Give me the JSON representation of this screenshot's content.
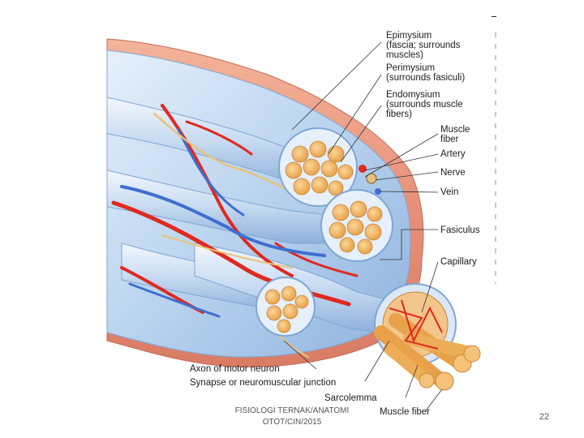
{
  "labels": {
    "epimysium": "Epimysium",
    "epimysium_note_1": "(fascia; surrounds",
    "epimysium_note_2": "muscles)",
    "perimysium": "Perimysium",
    "perimysium_note": "(surrounds fasiculi)",
    "endomysium": "Endomysium",
    "endomysium_note_1": "(surrounds muscle",
    "endomysium_note_2": "fibers)",
    "muscle_fiber_1": "Muscle",
    "muscle_fiber_2": "fiber",
    "artery": "Artery",
    "nerve": "Nerve",
    "vein": "Vein",
    "fasiculus": "Fasiculus",
    "capillary": "Capillary",
    "axon": "Axon of motor neuron",
    "synapse": "Synapse or neuromuscular junction",
    "sarcolemma": "Sarcolemma",
    "muscle_fiber_bottom": "Muscle fiber"
  },
  "footer": {
    "line1": "FISIOLOGI TERNAK/ANATOMI",
    "line2": "OTOT/CIN/2015",
    "page_number": "22"
  },
  "colors": {
    "epimysium": "#e8917a",
    "sheath": "#b9d3ee",
    "sheath_dark": "#7fa6d6",
    "fiber": "#f2b35c",
    "artery": "#e0291f",
    "vein": "#3f6fd0",
    "nerve": "#e8c27a"
  }
}
